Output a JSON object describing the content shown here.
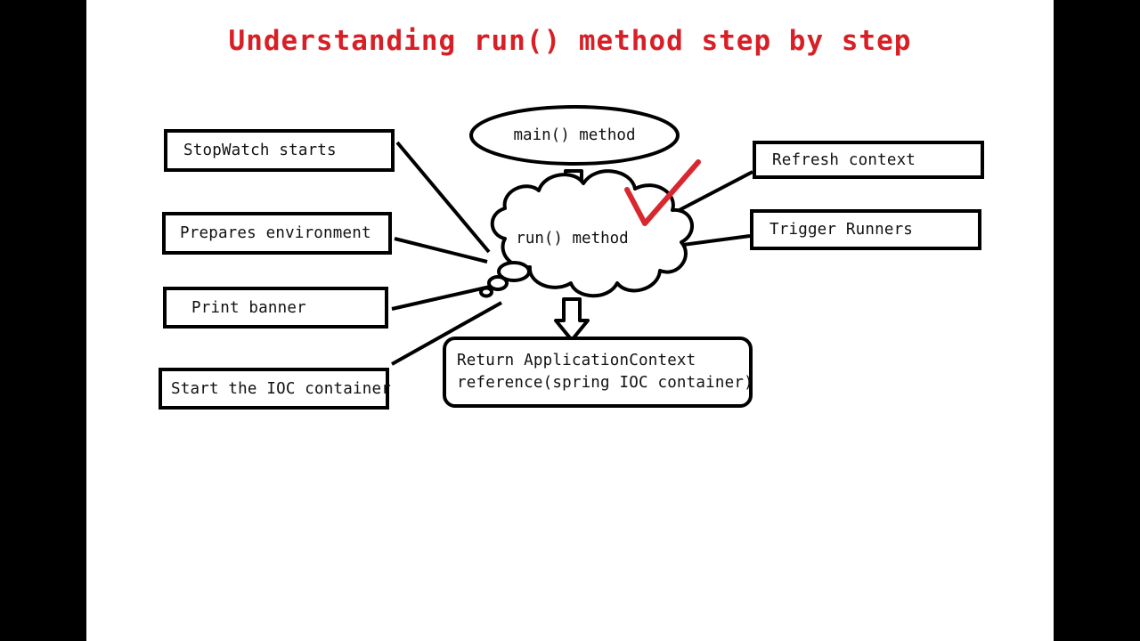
{
  "slide": {
    "title": "Understanding run() method step by step",
    "title_color": "#d81f26",
    "background_color": "#ffffff",
    "letterbox_color": "#000000"
  },
  "diagram": {
    "type": "flow-diagram",
    "entry_node": {
      "label": "main() method",
      "shape": "ellipse"
    },
    "central_node": {
      "label": "run() method",
      "shape": "cloud"
    },
    "output_node": {
      "line1": "Return ApplicationContext",
      "line2": "reference(spring IOC container)",
      "shape": "rounded-rectangle"
    },
    "left_steps": [
      {
        "label": "StopWatch starts"
      },
      {
        "label": "Prepares environment"
      },
      {
        "label": "Print banner"
      },
      {
        "label": "Start the IOC container"
      }
    ],
    "right_steps": [
      {
        "label": "Refresh context"
      },
      {
        "label": "Trigger Runners"
      }
    ],
    "annotation": {
      "kind": "check-mark",
      "color": "#d8272f",
      "target": "run() method cloud"
    },
    "arrows": [
      {
        "from": "main() method",
        "to": "run() method",
        "style": "block-arrow-down"
      },
      {
        "from": "run() method",
        "to": "Return ApplicationContext reference(spring IOC container)",
        "style": "block-arrow-down"
      }
    ]
  }
}
